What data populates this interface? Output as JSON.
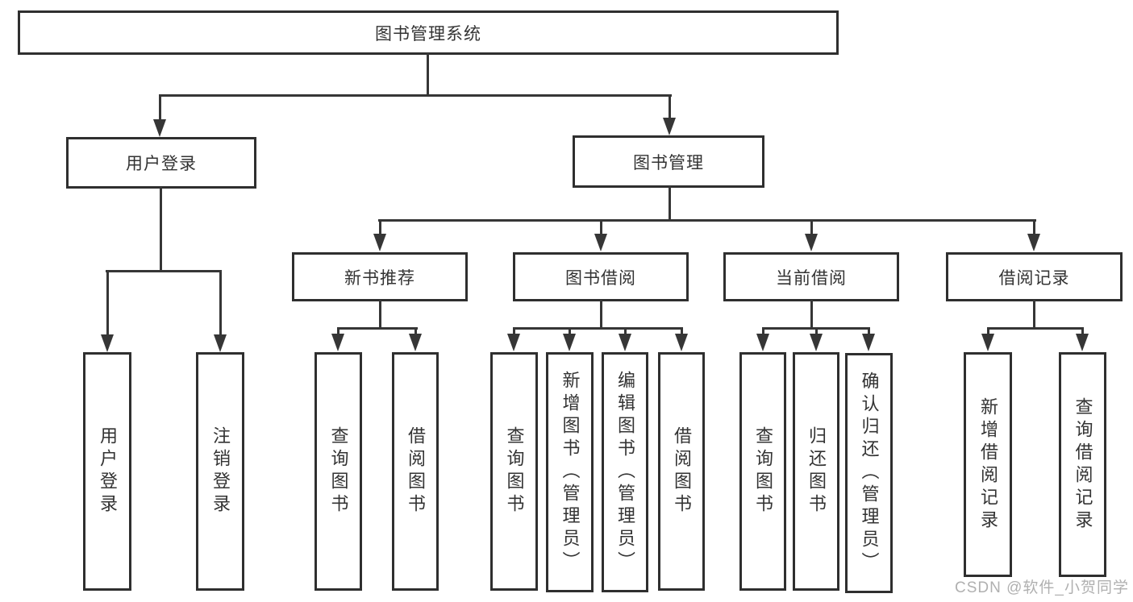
{
  "diagram": {
    "root": {
      "label": "图书管理系统"
    },
    "level2": [
      {
        "label": "用户登录"
      },
      {
        "label": "图书管理"
      }
    ],
    "level3": [
      {
        "label": "新书推荐"
      },
      {
        "label": "图书借阅"
      },
      {
        "label": "当前借阅"
      },
      {
        "label": "借阅记录"
      }
    ],
    "leaves": [
      {
        "label": "用户登录"
      },
      {
        "label": "注销登录"
      },
      {
        "label": "查询图书"
      },
      {
        "label": "借阅图书"
      },
      {
        "label": "查询图书"
      },
      {
        "label": "新增图书（管理员）"
      },
      {
        "label": "编辑图书（管理员）"
      },
      {
        "label": "借阅图书"
      },
      {
        "label": "查询图书"
      },
      {
        "label": "归还图书"
      },
      {
        "label": "确认归还（管理员）"
      },
      {
        "label": "新增借阅记录"
      },
      {
        "label": "查询借阅记录"
      }
    ]
  },
  "watermark": {
    "text": "CSDN @软件_小贺同学"
  },
  "colors": {
    "line": "#363636",
    "box_border": "#2f2f2f",
    "text": "#333333",
    "watermark_text": "#b0b0b0",
    "background": "#ffffff"
  }
}
